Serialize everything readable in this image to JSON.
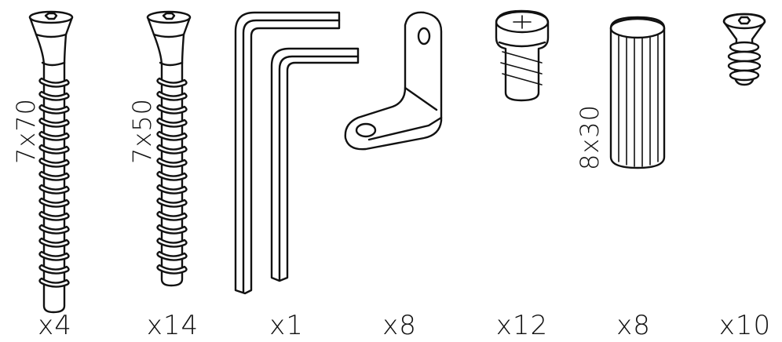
{
  "parts": [
    {
      "name": "screw-long",
      "dimension": "7x70",
      "quantity": "x4"
    },
    {
      "name": "screw-short",
      "dimension": "7x50",
      "quantity": "x14"
    },
    {
      "name": "allen-keys",
      "dimension": "",
      "quantity": "x1"
    },
    {
      "name": "angle-bracket",
      "dimension": "",
      "quantity": "x8"
    },
    {
      "name": "cam-dowel",
      "dimension": "",
      "quantity": "x12"
    },
    {
      "name": "wooden-dowel",
      "dimension": "8x30",
      "quantity": "x8"
    },
    {
      "name": "insert-nut",
      "dimension": "",
      "quantity": "x10"
    }
  ]
}
